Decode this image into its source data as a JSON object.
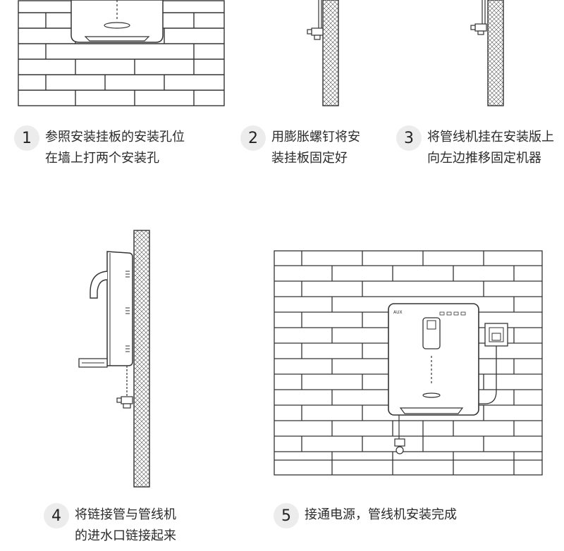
{
  "steps": [
    {
      "num": "1",
      "text": "参照安装挂板的安装孔位\n在墙上打两个安装孔"
    },
    {
      "num": "2",
      "text": "用膨胀螺钉将安\n装挂板固定好"
    },
    {
      "num": "3",
      "text": "将管线机挂在安装版上\n向左边推移固定机器"
    },
    {
      "num": "4",
      "text": "将链接管与管线机\n的进水口链接起来"
    },
    {
      "num": "5",
      "text": "接通电源，管线机安装完成"
    }
  ],
  "brand_logo_text": "AUX"
}
